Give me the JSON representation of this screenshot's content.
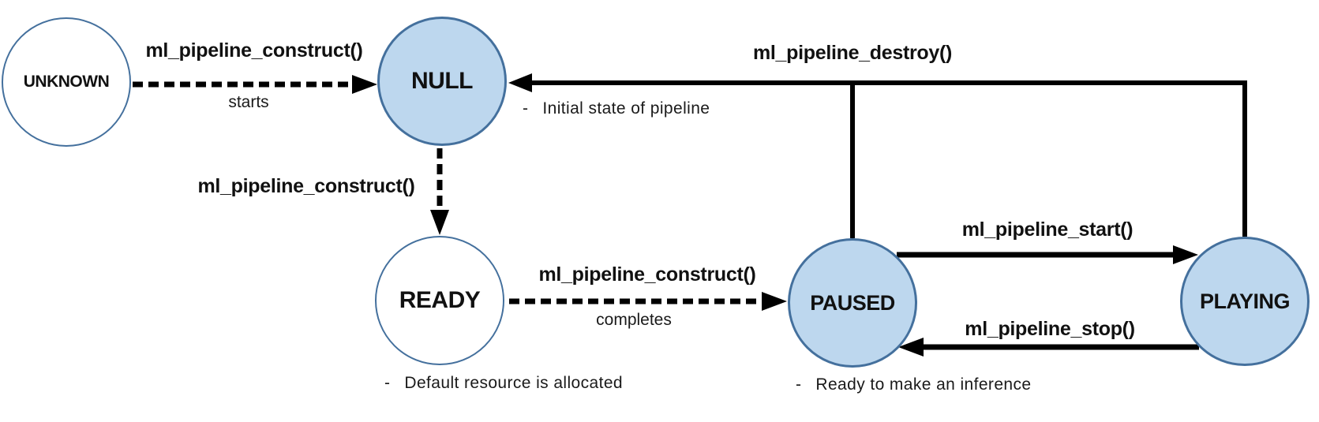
{
  "diagram_type": "ml-pipeline-state-diagram",
  "states": {
    "unknown": {
      "label": "UNKNOWN"
    },
    "null": {
      "label": "NULL",
      "note": "Initial state of pipeline"
    },
    "ready": {
      "label": "READY",
      "note": "Default resource is allocated"
    },
    "paused": {
      "label": "PAUSED",
      "note": "Ready to make an inference"
    },
    "playing": {
      "label": "PLAYING"
    }
  },
  "note_bullet": "-",
  "transitions": {
    "unknown_to_null": {
      "label": "ml_pipeline_construct()",
      "sublabel": "starts",
      "style": "dashed"
    },
    "null_to_ready": {
      "label": "ml_pipeline_construct()",
      "style": "dashed"
    },
    "ready_to_paused": {
      "label": "ml_pipeline_construct()",
      "sublabel": "completes",
      "style": "dashed"
    },
    "paused_to_playing": {
      "label": "ml_pipeline_start()",
      "style": "solid"
    },
    "playing_to_paused": {
      "label": "ml_pipeline_stop()",
      "style": "solid"
    },
    "destroy_to_null": {
      "label": "ml_pipeline_destroy()",
      "style": "solid"
    }
  },
  "colors": {
    "state_fill_highlight": "#BDD7EE",
    "state_fill_plain": "#FFFFFF",
    "state_border": "#44709D",
    "arrow": "#000000",
    "background": "#FFFFFF"
  }
}
